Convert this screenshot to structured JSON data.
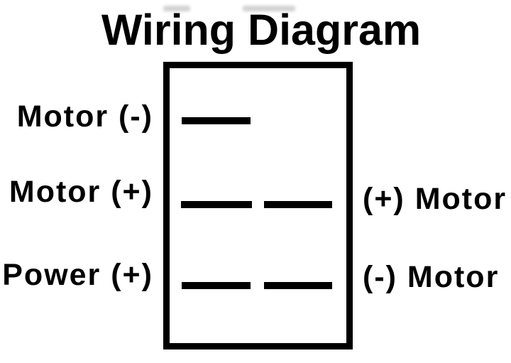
{
  "title": "Wiring Diagram",
  "colors": {
    "background": "#ffffff",
    "ink": "#000000"
  },
  "diagram": {
    "type": "rocker-switch-wiring",
    "rows": [
      {
        "left_label": "Motor (-)",
        "right_label": "",
        "terminals": "left-only"
      },
      {
        "left_label": "Motor (+)",
        "right_label": "(+) Motor",
        "terminals": "left-and-right"
      },
      {
        "left_label": "Power (+)",
        "right_label": "(-) Motor",
        "terminals": "left-and-right"
      }
    ]
  }
}
